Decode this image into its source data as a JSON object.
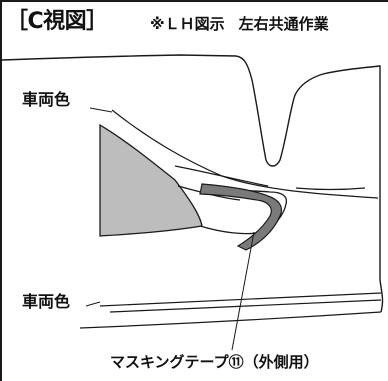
{
  "header": {
    "view_label": "［C視図］",
    "note_lh": "※ＬＨ図示",
    "note_shared": "左右共通作業"
  },
  "callouts": {
    "body_color_upper": "車両色",
    "body_color_lower": "車両色",
    "masking_tape": "マスキングテープ⑪（外側用）"
  },
  "colors": {
    "line": "#1a1a1a",
    "body_panel_fill": "#bdbdbd",
    "tape_fill": "#7a7a7a",
    "background": "#ffffff"
  }
}
